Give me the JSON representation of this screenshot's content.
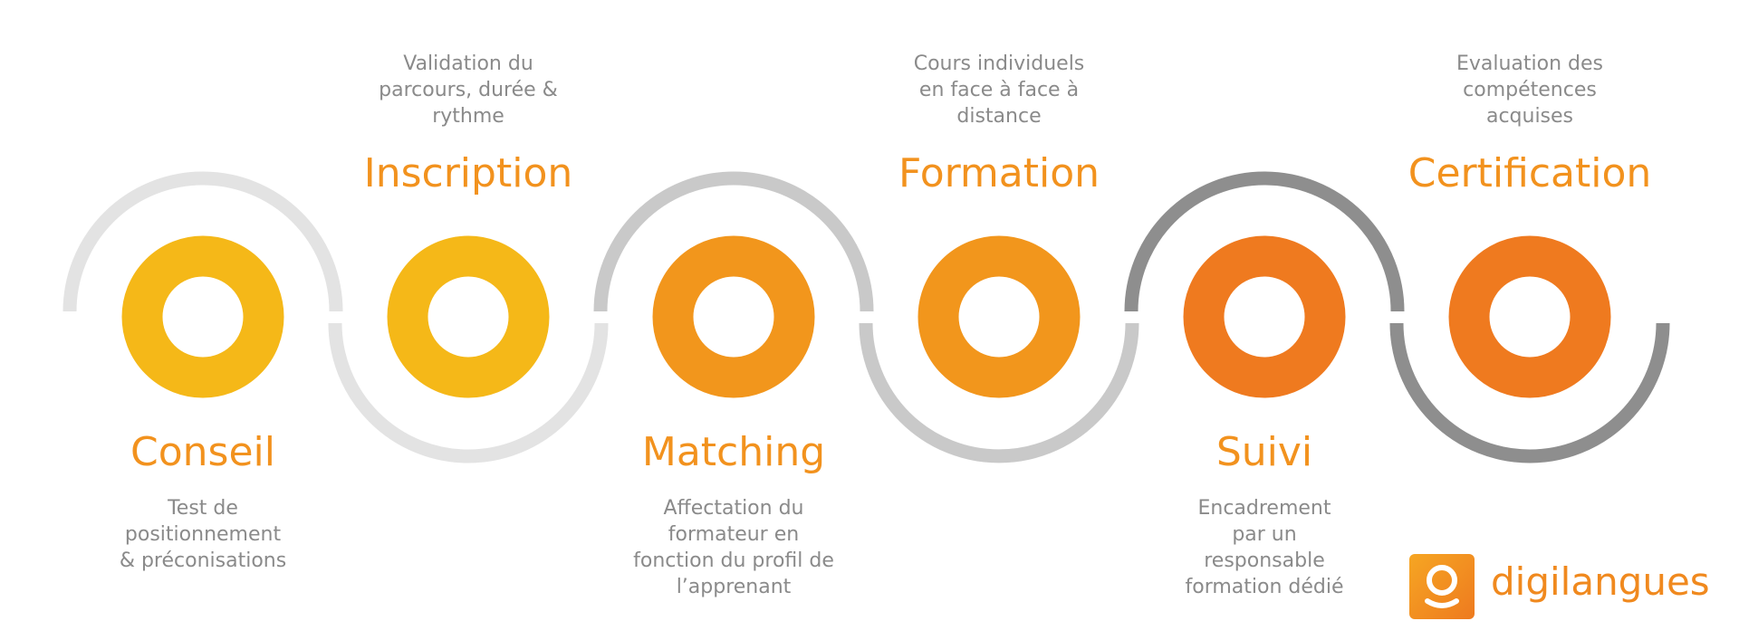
{
  "steps": [
    {
      "title": "Conseil",
      "desc": "Test de\npositionnement\n& préconisations"
    },
    {
      "title": "Inscription",
      "desc": "Validation du\nparcours, durée &\nrythme"
    },
    {
      "title": "Matching",
      "desc": "Affectation du\nformateur en\nfonction du profil de\nl’apprenant"
    },
    {
      "title": "Formation",
      "desc": "Cours individuels\nen face à face à\ndistance"
    },
    {
      "title": "Suivi",
      "desc": "Encadrement\npar un\nresponsable\nformation dédié"
    },
    {
      "title": "Certification",
      "desc": "Evaluation des\ncompétences\nacquises"
    }
  ],
  "ring_colors": [
    "#F5B818",
    "#F5B818",
    "#F2961C",
    "#F2961C",
    "#EF7A1F",
    "#EF7A1F"
  ],
  "arc_colors": [
    "#E3E3E3",
    "#E3E3E3",
    "#C9C9C9",
    "#C9C9C9",
    "#8E8E8E",
    "#8E8E8E"
  ],
  "title_color": "#F2921E",
  "brand": {
    "name": "digilangues",
    "logo_icon": "person-pin-icon",
    "color": "#F0891E"
  }
}
